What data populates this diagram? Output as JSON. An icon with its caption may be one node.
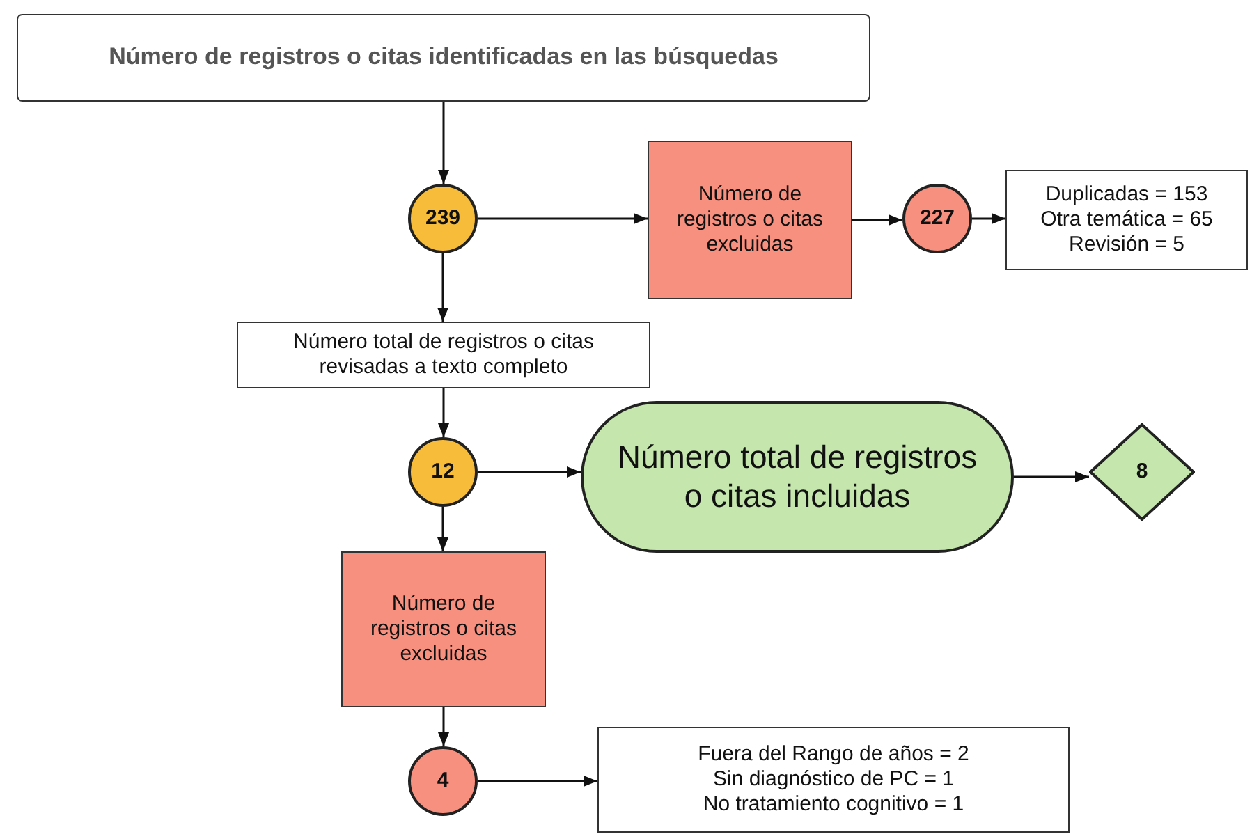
{
  "diagram": {
    "nodes": [
      {
        "text": [
          "Número de registros o citas identificadas en las búsquedas"
        ]
      },
      {
        "text": [
          "239"
        ]
      },
      {
        "text": [
          "Número de registros o citas excluidas"
        ]
      },
      {
        "text": [
          "227"
        ]
      },
      {
        "text": [
          "Duplicadas = 153",
          "Otra temática = 65",
          "Revisión = 5"
        ]
      },
      {
        "text": [
          "Número total de registros o citas revisadas a texto completo"
        ]
      },
      {
        "text": [
          "12"
        ]
      },
      {
        "text": [
          "Número total de registros o citas incluidas"
        ]
      },
      {
        "text": [
          "8"
        ]
      },
      {
        "text": [
          "Número de registros o citas excluidas"
        ]
      },
      {
        "text": [
          "4"
        ]
      },
      {
        "text": [
          "Fuera del Rango de años = 2",
          "Sin diagnóstico de PC = 1",
          "No tratamiento cognitivo = 1"
        ]
      }
    ],
    "edges": [
      {
        "from": 0,
        "to": 1,
        "arrow": "to"
      },
      {
        "from": 1,
        "to": 2,
        "arrow": "to"
      },
      {
        "from": 2,
        "to": 3,
        "arrow": "to"
      },
      {
        "from": 3,
        "to": 4,
        "arrow": "to"
      },
      {
        "from": 1,
        "to": 5,
        "arrow": "to"
      },
      {
        "from": 5,
        "to": 6,
        "arrow": "to"
      },
      {
        "from": 6,
        "to": 7,
        "arrow": "to"
      },
      {
        "from": 7,
        "to": 8,
        "arrow": "to"
      },
      {
        "from": 6,
        "to": 9,
        "arrow": "to"
      },
      {
        "from": 9,
        "to": 10,
        "arrow": "to"
      },
      {
        "from": 10,
        "to": 11,
        "arrow": "to"
      }
    ]
  }
}
